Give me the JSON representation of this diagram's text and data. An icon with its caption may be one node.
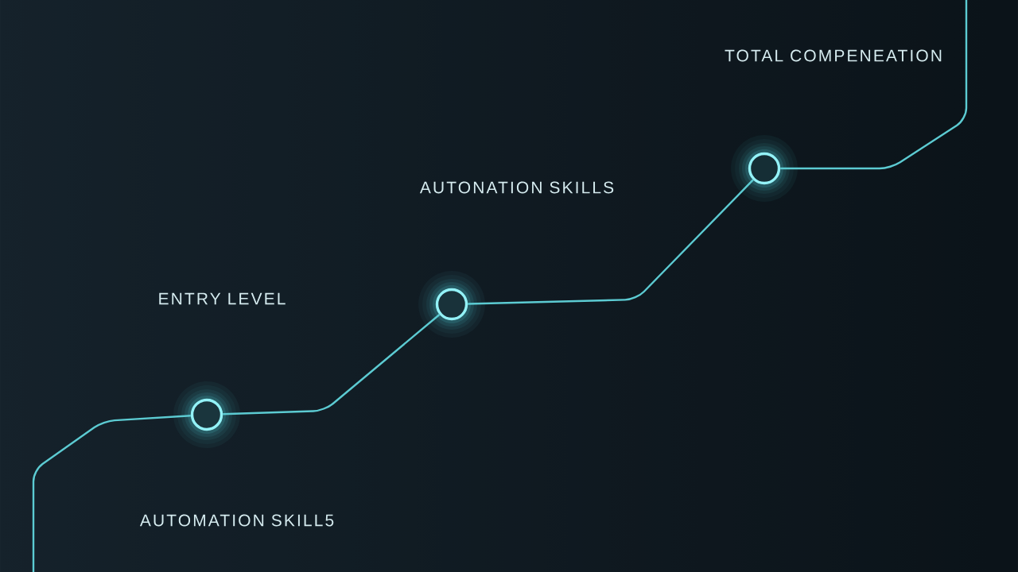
{
  "diagram": {
    "nodes": [
      {
        "text": [],
        "shape": "circle"
      },
      {
        "text": [],
        "shape": "circle"
      },
      {
        "text": [],
        "shape": "circle"
      }
    ],
    "edges": [
      {
        "from": null,
        "to": 0,
        "arrow": "none"
      },
      {
        "from": 0,
        "to": 1,
        "arrow": "none"
      },
      {
        "from": 1,
        "to": 2,
        "arrow": "none"
      },
      {
        "from": 2,
        "to": null,
        "arrow": "none"
      }
    ],
    "labels": [
      "TOTAL COMPENEATION",
      "AUTONATION SKILLS",
      "ENTRY LEVEL",
      "AUTOMATION SKILL5"
    ]
  }
}
